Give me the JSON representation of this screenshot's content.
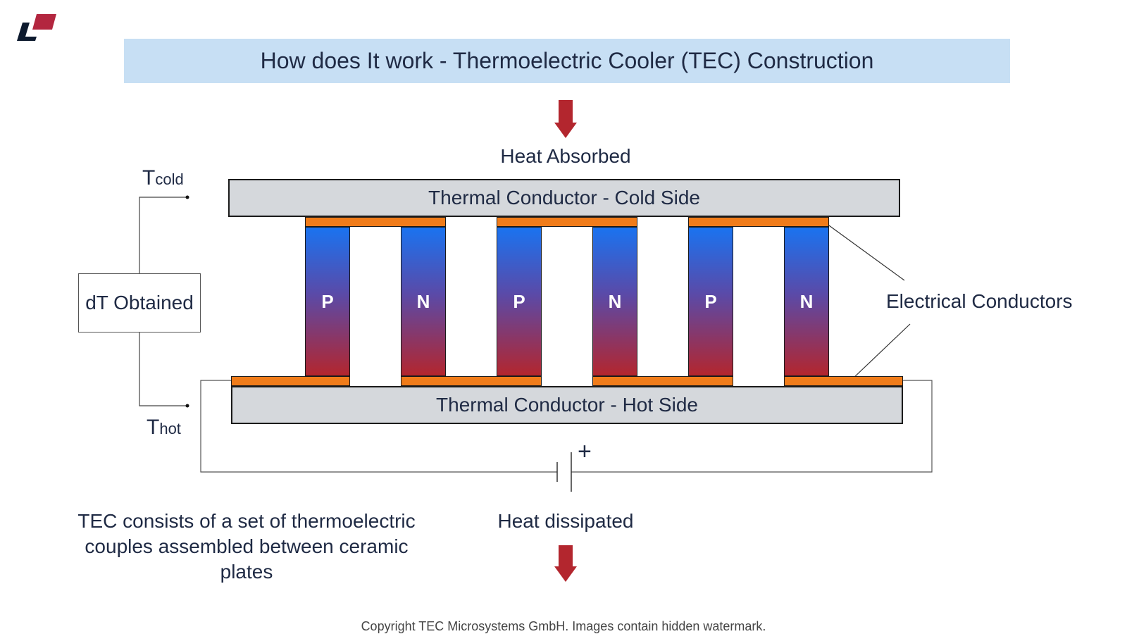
{
  "title": "How does It work - Thermoelectric Cooler (TEC) Construction",
  "heat_absorbed": "Heat Absorbed",
  "heat_dissipated": "Heat dissipated",
  "cold_plate": "Thermal Conductor - Cold Side",
  "hot_plate": "Thermal Conductor - Hot Side",
  "t_cold": {
    "base": "T",
    "sub": "cold"
  },
  "t_hot": {
    "base": "T",
    "sub": "hot"
  },
  "dt_obtained": "dT Obtained",
  "electrical_conductors": "Electrical Conductors",
  "legs": [
    "P",
    "N",
    "P",
    "N",
    "P",
    "N"
  ],
  "polarity": "+",
  "description": "TEC consists of a set of thermoelectric couples assembled between ceramic plates",
  "copyright": "Copyright TEC Microsystems GmbH. Images contain hidden watermark.",
  "colors": {
    "title_bg": "#c7dff4",
    "arrow": "#b3262e",
    "plate": "#d5d8dc",
    "conductor": "#f07c1a",
    "leg_top": "#1a73f0",
    "leg_bottom": "#b3262e",
    "logo_dark": "#0d1a2e",
    "logo_red": "#b3263f"
  }
}
